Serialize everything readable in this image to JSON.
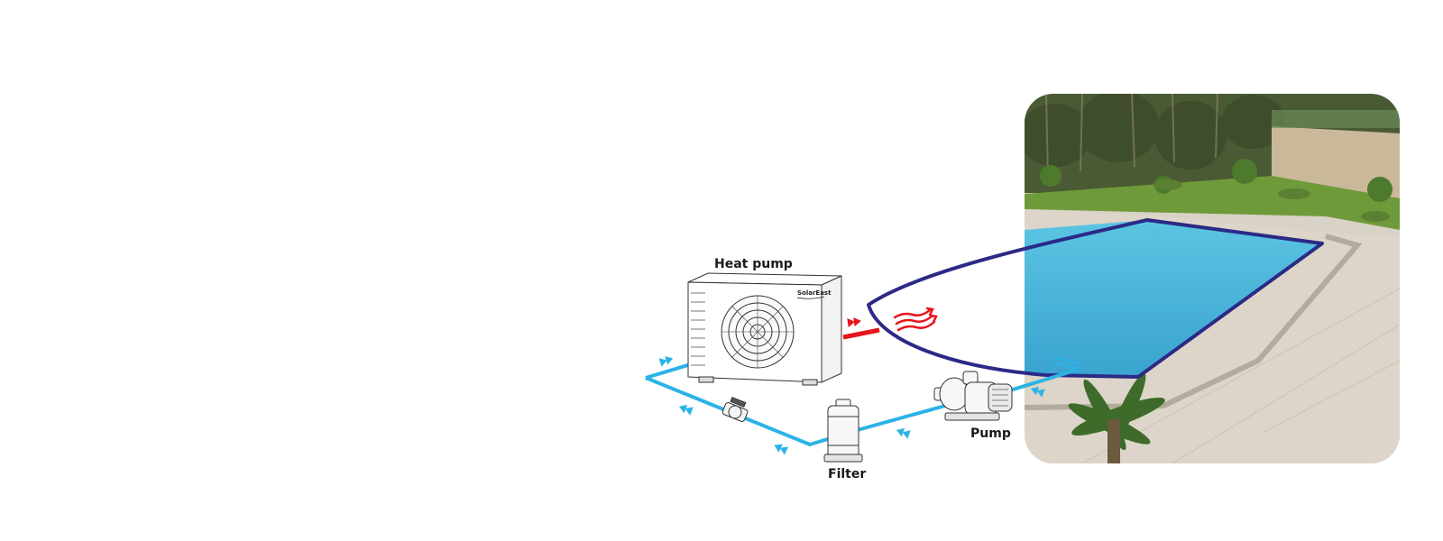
{
  "labels": {
    "heat_pump": "Heat pump",
    "filter": "Filter",
    "pump": "Pump",
    "brand": "SolarEast"
  },
  "colors": {
    "water_pipe": "#2bb3e6",
    "hot_pipe": "#e8141c",
    "pool_outline": "#2b2a86",
    "pool_water": "#4fb6d8",
    "deck": "#d9d2c6",
    "lawn": "#6f9a3a",
    "trees": "#4a5a34",
    "wall": "#c9b99a"
  },
  "icons": {
    "flow_arrow": "double-chevron-arrow",
    "heat_waves": "wavy-arrows-icon",
    "valve": "ball-valve-icon"
  }
}
